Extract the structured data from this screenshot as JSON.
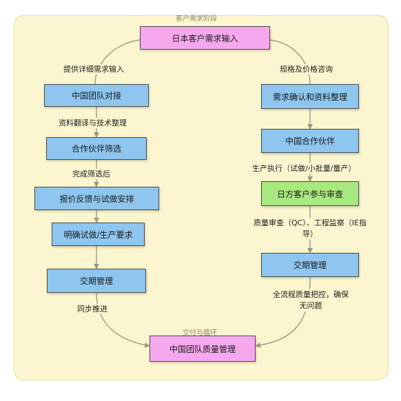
{
  "section": {
    "top": "客户需求阶段",
    "bottom": "交付与循环"
  },
  "nodes": {
    "japan_input": "日本客户需求输入",
    "cn_team_dock": "中国团队对接",
    "partner_screen": "合作伙伴筛选",
    "quote_feedback": "报价反馈与试做安排",
    "clarify_req": "明确试做/生产要求",
    "delivery_left": "交期管理",
    "req_confirm": "需求确认和资料整理",
    "cn_partner": "中国合作伙伴",
    "jp_review": "日方客户参与审查",
    "delivery_right": "交期管理",
    "quality_mgmt": "中国团队质量管理"
  },
  "edges": {
    "provide_req": "提供详细需求输入",
    "translate": "资料翻译与技术整理",
    "screen_done": "完成筛选后",
    "sync": "同步推进",
    "spec_price": "规格及价格咨询",
    "production": "生产执行（试做/小批量/量产）",
    "quality_review": "质量审查（QC）、工程监察（IE指导）",
    "full_control": "全流程质量把控，确保无问题"
  },
  "colors": {
    "panel": "#fbf6cf",
    "process": "#8ec6ef",
    "customer": "#f6a8ee",
    "review": "#a7e87f",
    "connector": "#9a9a86"
  }
}
